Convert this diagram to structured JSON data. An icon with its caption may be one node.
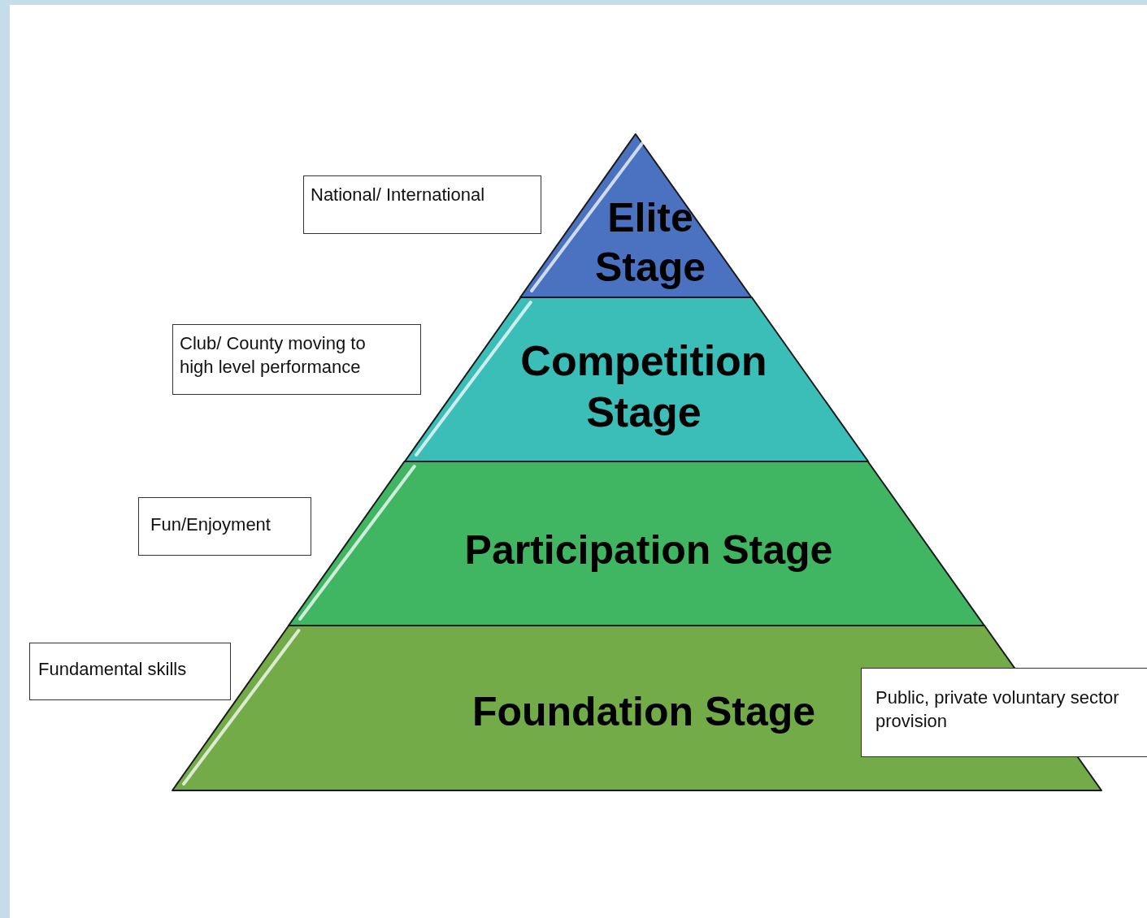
{
  "diagram": {
    "nodes": [
      {
        "text": [
          "Elite Stage"
        ]
      },
      {
        "text": [
          "National/ International"
        ]
      },
      {
        "text": [
          "Competition Stage"
        ]
      },
      {
        "text": [
          "Club/ County moving to high level performance"
        ]
      },
      {
        "text": [
          "Participation Stage"
        ]
      },
      {
        "text": [
          "Fun/Enjoyment"
        ]
      },
      {
        "text": [
          "Foundation Stage"
        ]
      },
      {
        "text": [
          "Fundamental skills"
        ]
      },
      {
        "text": [
          "Public, private voluntary sector provision"
        ]
      }
    ]
  }
}
